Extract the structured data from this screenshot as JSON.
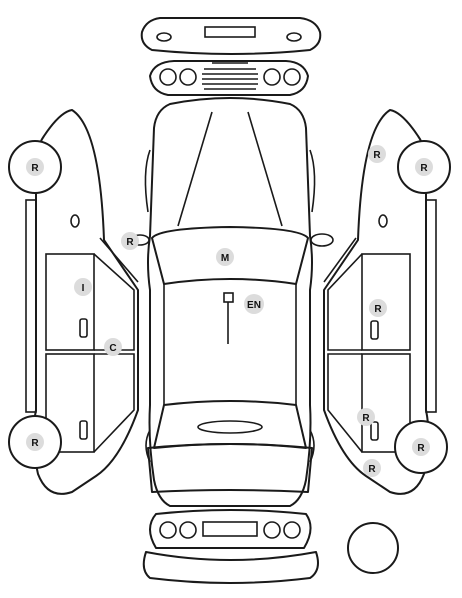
{
  "diagram": {
    "colors": {
      "line": "#1a1a1a",
      "badge": "#dcdcdc",
      "background": "#ffffff"
    },
    "markers": {
      "left_front_wheel": "R",
      "left_rear_wheel": "R",
      "right_front_wheel": "R",
      "right_rear_wheel": "R",
      "right_upper_side": "R",
      "left_mirror": "R",
      "roof": "M",
      "engine": "EN",
      "left_front_door": "I",
      "left_door_gap": "C",
      "right_front_door": "R",
      "right_rear_door": "R",
      "right_lower_side": "R"
    }
  }
}
